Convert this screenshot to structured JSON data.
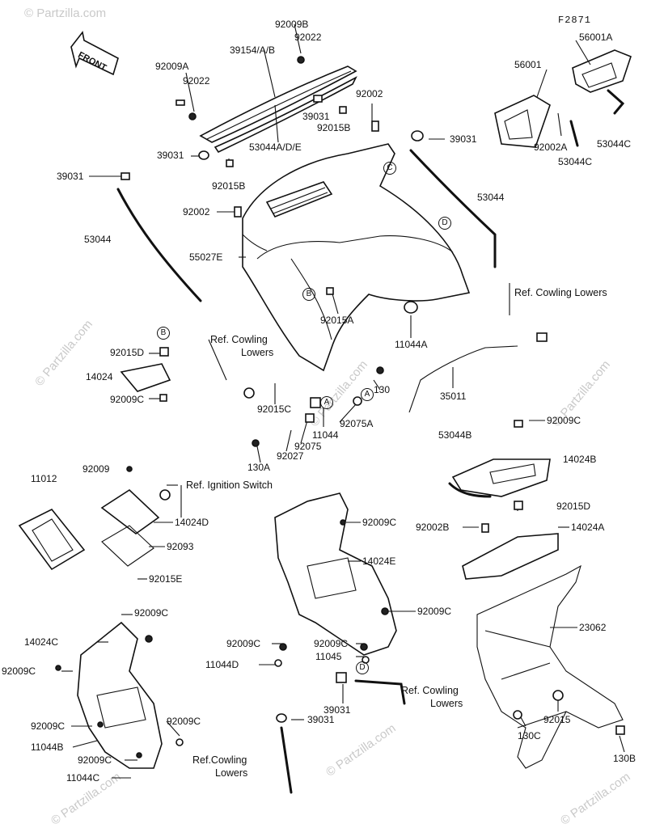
{
  "diagram_code": "F2871",
  "front_label": "FRONT",
  "watermark": "© Partzilla.com",
  "callouts": {
    "B_top": "B",
    "B_left": "B",
    "C": "C",
    "D_top": "D",
    "D_bottom": "D",
    "A_left": "A",
    "A_right": "A"
  },
  "labels": [
    {
      "id": "92009B",
      "text": "92009B"
    },
    {
      "id": "92022_top",
      "text": "92022"
    },
    {
      "id": "39154",
      "text": "39154/A/B"
    },
    {
      "id": "92009A",
      "text": "92009A"
    },
    {
      "id": "92022_left",
      "text": "92022"
    },
    {
      "id": "39031_mid",
      "text": "39031"
    },
    {
      "id": "92015B_mid",
      "text": "92015B"
    },
    {
      "id": "92002_top",
      "text": "92002"
    },
    {
      "id": "53044ADE",
      "text": "53044A/D/E"
    },
    {
      "id": "39031_left",
      "text": "39031"
    },
    {
      "id": "92015B_low",
      "text": "92015B"
    },
    {
      "id": "39031_far",
      "text": "39031"
    },
    {
      "id": "92002_mid",
      "text": "92002"
    },
    {
      "id": "53044_left",
      "text": "53044"
    },
    {
      "id": "55027E",
      "text": "55027E"
    },
    {
      "id": "92015A",
      "text": "92015A"
    },
    {
      "id": "39031_right",
      "text": "39031"
    },
    {
      "id": "53044_right",
      "text": "53044"
    },
    {
      "id": "56001",
      "text": "56001"
    },
    {
      "id": "56001A",
      "text": "56001A"
    },
    {
      "id": "92002A",
      "text": "92002A"
    },
    {
      "id": "53044C_a",
      "text": "53044C"
    },
    {
      "id": "53044C_b",
      "text": "53044C"
    },
    {
      "id": "ref_cowl_right",
      "text": "Ref. Cowling Lowers"
    },
    {
      "id": "11044A",
      "text": "11044A"
    },
    {
      "id": "ref_cowl_left_1",
      "text": "Ref. Cowling"
    },
    {
      "id": "ref_cowl_left_2",
      "text": "Lowers"
    },
    {
      "id": "92015D_left",
      "text": "92015D"
    },
    {
      "id": "14024",
      "text": "14024"
    },
    {
      "id": "92009C_left",
      "text": "92009C"
    },
    {
      "id": "130",
      "text": "130"
    },
    {
      "id": "35011",
      "text": "35011"
    },
    {
      "id": "92015C",
      "text": "92015C"
    },
    {
      "id": "11044",
      "text": "11044"
    },
    {
      "id": "92075A",
      "text": "92075A"
    },
    {
      "id": "92075",
      "text": "92075"
    },
    {
      "id": "92027",
      "text": "92027"
    },
    {
      "id": "130A",
      "text": "130A"
    },
    {
      "id": "92009C_r1",
      "text": "92009C"
    },
    {
      "id": "53044B",
      "text": "53044B"
    },
    {
      "id": "14024B",
      "text": "14024B"
    },
    {
      "id": "92015D_right",
      "text": "92015D"
    },
    {
      "id": "92002B",
      "text": "92002B"
    },
    {
      "id": "14024A",
      "text": "14024A"
    },
    {
      "id": "11012",
      "text": "11012"
    },
    {
      "id": "92009",
      "text": "92009"
    },
    {
      "id": "ref_ignition",
      "text": "Ref. Ignition Switch"
    },
    {
      "id": "14024D",
      "text": "14024D"
    },
    {
      "id": "92093",
      "text": "92093"
    },
    {
      "id": "92015E",
      "text": "92015E"
    },
    {
      "id": "92009C_c1",
      "text": "92009C"
    },
    {
      "id": "14024E",
      "text": "14024E"
    },
    {
      "id": "92009C_c2",
      "text": "92009C"
    },
    {
      "id": "23062",
      "text": "23062"
    },
    {
      "id": "92009C_l1",
      "text": "92009C"
    },
    {
      "id": "14024C",
      "text": "14024C"
    },
    {
      "id": "92009C_l2",
      "text": "92009C"
    },
    {
      "id": "92009C_c3",
      "text": "92009C"
    },
    {
      "id": "92009C_c4",
      "text": "92009C"
    },
    {
      "id": "11044D",
      "text": "11044D"
    },
    {
      "id": "11045",
      "text": "11045"
    },
    {
      "id": "39031_bot",
      "text": "39031"
    },
    {
      "id": "ref_cowl_bot_1",
      "text": "Ref. Cowling"
    },
    {
      "id": "ref_cowl_bot_2",
      "text": "Lowers"
    },
    {
      "id": "92015",
      "text": "92015"
    },
    {
      "id": "130C",
      "text": "130C"
    },
    {
      "id": "39031_bot2",
      "text": "39031"
    },
    {
      "id": "92009C_l3",
      "text": "92009C"
    },
    {
      "id": "92009C_l4",
      "text": "92009C"
    },
    {
      "id": "11044B",
      "text": "11044B"
    },
    {
      "id": "92009C_l5",
      "text": "92009C"
    },
    {
      "id": "11044C",
      "text": "11044C"
    },
    {
      "id": "ref_cowl_bl_1",
      "text": "Ref.Cowling"
    },
    {
      "id": "ref_cowl_bl_2",
      "text": "Lowers"
    },
    {
      "id": "130B",
      "text": "130B"
    }
  ]
}
